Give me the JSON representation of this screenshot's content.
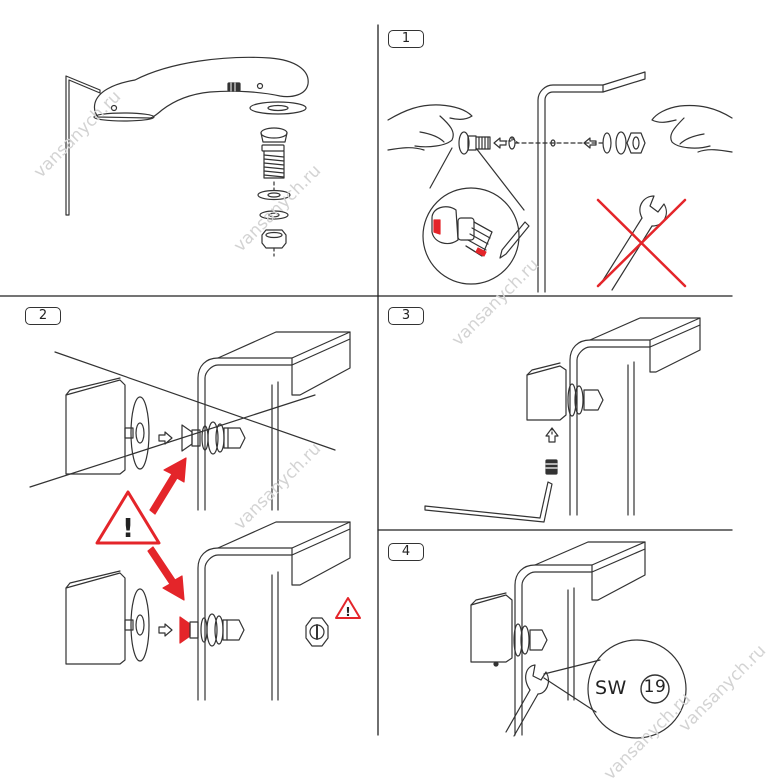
{
  "steps": [
    {
      "label": "1"
    },
    {
      "label": "2"
    },
    {
      "label": "3"
    },
    {
      "label": "4"
    }
  ],
  "spanner_size": {
    "prefix": "SW",
    "number": "19"
  },
  "warning_mark": "!",
  "watermarks": [
    "vansanych.ru",
    "vansanych.ru",
    "vansanych.ru",
    "vansanych.ru",
    "vansanych.ru",
    "vansanych.ru"
  ],
  "colors": {
    "line": "#333333",
    "accent": "#e4252a",
    "watermark": "#d3d3d3"
  }
}
